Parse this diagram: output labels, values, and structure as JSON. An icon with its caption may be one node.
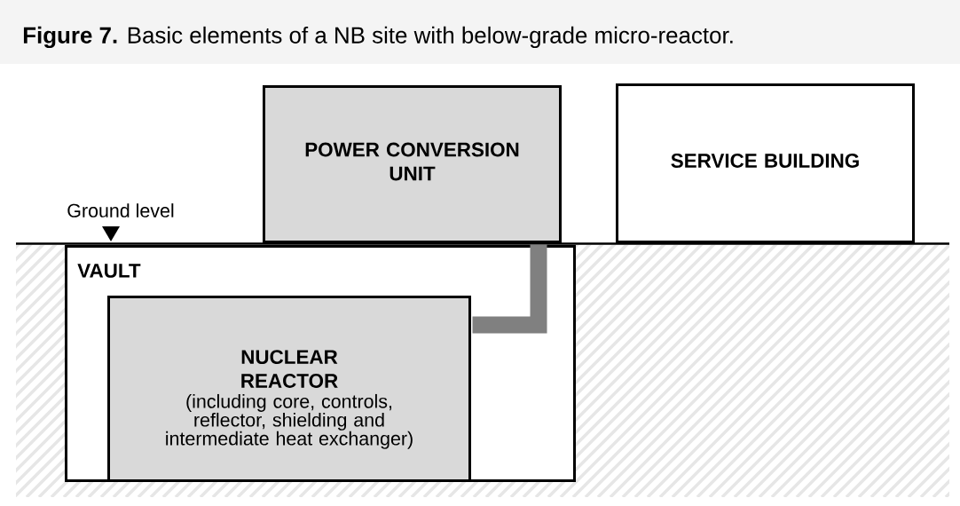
{
  "diagram": {
    "title": "**Figure 7.** Basic elements of a NB site with below-grade micro-reactor.",
    "nodes": [
      {
        "text": [
          "POWER CONVERSION UNIT"
        ]
      },
      {
        "text": [
          "SERVICE BUILDING"
        ]
      },
      {
        "text": [
          "VAULT"
        ]
      },
      {
        "text": [
          "NUCLEAR REACTOR",
          "(including core, controls, reflector, shielding and intermediate heat exchanger)"
        ],
        "in": 2
      }
    ],
    "edges": [
      {
        "from": 3,
        "to": 0,
        "arrow": "none",
        "color": "#808080"
      }
    ],
    "labels": [
      "Ground level"
    ]
  }
}
